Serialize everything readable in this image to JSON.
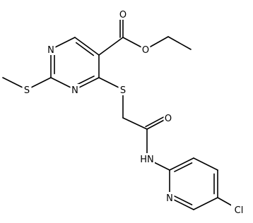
{
  "molecule": {
    "atoms": [
      {
        "id": "O1",
        "label": "O"
      },
      {
        "id": "O2",
        "label": "O"
      },
      {
        "id": "N1",
        "label": "N"
      },
      {
        "id": "N2",
        "label": "N"
      },
      {
        "id": "S1",
        "label": "S"
      },
      {
        "id": "S2",
        "label": "S"
      },
      {
        "id": "O3",
        "label": "O"
      },
      {
        "id": "N3",
        "label": "HN"
      },
      {
        "id": "N4",
        "label": "N"
      },
      {
        "id": "Cl",
        "label": "Cl"
      }
    ],
    "colors": {
      "bond": "#000000",
      "label": "#000000",
      "background": "#ffffff"
    }
  }
}
